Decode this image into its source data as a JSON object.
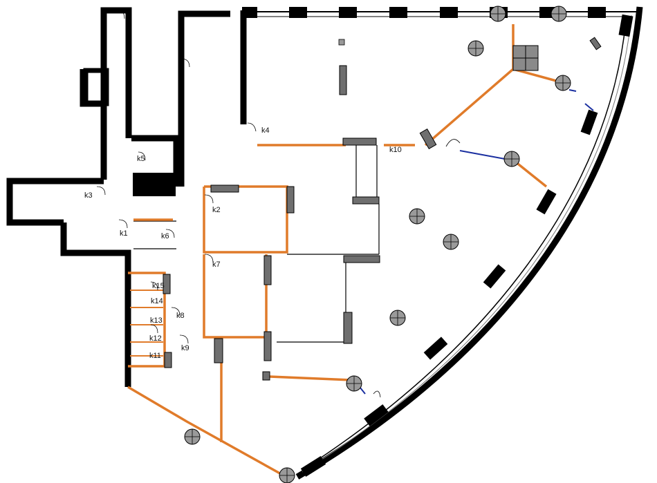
{
  "plan": {
    "colors": {
      "wall": "#000000",
      "partition": "#e07b2a",
      "column_fill": "#6f6f6f",
      "door": "#1a2fa0",
      "pillar_fill": "#9a9a9a",
      "background": "#ffffff"
    },
    "room_labels": {
      "k1": "k1",
      "k2": "k2",
      "k3": "k3",
      "k4": "k4",
      "k5": "k5",
      "k6": "k6",
      "k7": "k7",
      "k8": "k8",
      "k9": "k9",
      "k10": "k10",
      "k11": "k11",
      "k12": "k12",
      "k13": "k13",
      "k14": "k14",
      "k15": "k15"
    },
    "pillar_count": 12
  }
}
